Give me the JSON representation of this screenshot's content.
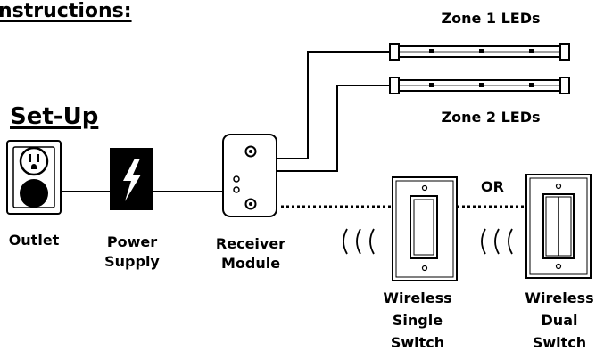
{
  "headings": {
    "instructions": "nstructions:",
    "setup": "Set-Up"
  },
  "labels": {
    "zone1": "Zone 1 LEDs",
    "zone2": "Zone 2 LEDs",
    "outlet": "Outlet",
    "power_supply": [
      "Power",
      "Supply"
    ],
    "receiver": [
      "Receiver",
      "Module"
    ],
    "single_switch": [
      "Wireless",
      "Single",
      "Switch"
    ],
    "dual_switch": [
      "Wireless",
      "Dual",
      "Switch"
    ],
    "or": "OR"
  },
  "colors": {
    "ink": "#000000",
    "background": "#ffffff"
  },
  "icons": {
    "outlet": "outlet-icon",
    "power_supply": "lightning-bolt-icon",
    "receiver": "receiver-module-icon",
    "signal": "radio-wave-icon",
    "single_switch": "single-rocker-switch-icon",
    "dual_switch": "dual-rocker-switch-icon",
    "led_strip": "led-strip-icon"
  }
}
